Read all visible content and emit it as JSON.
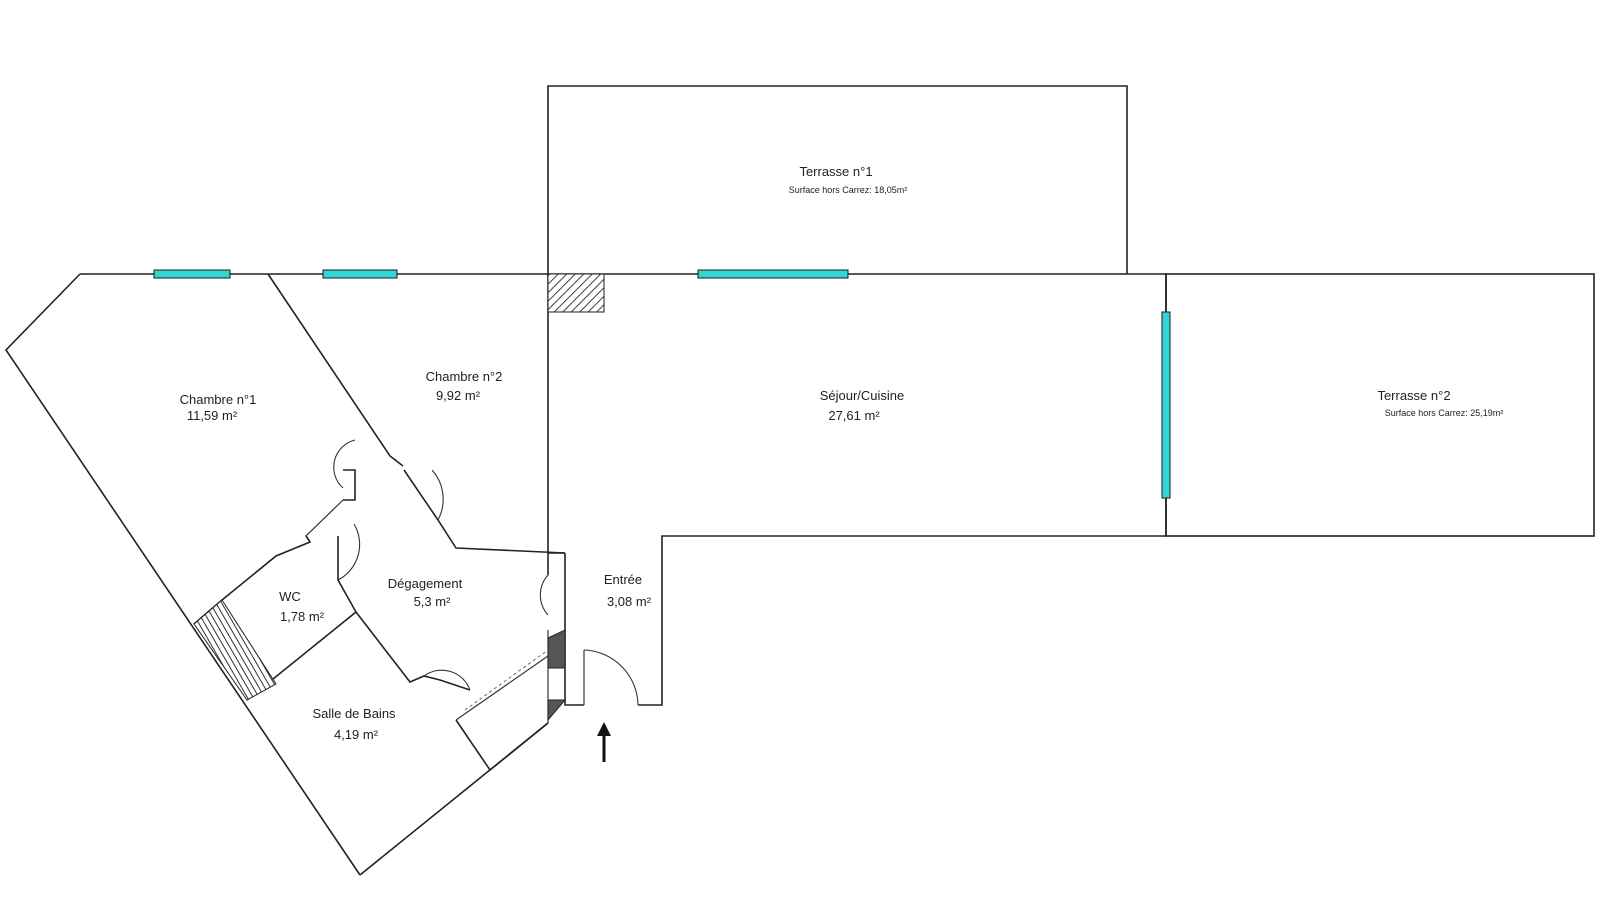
{
  "colors": {
    "wall": "#222222",
    "window": "#33d6d6",
    "hatch": "#444444",
    "background": "#ffffff"
  },
  "rooms": {
    "terrasse1": {
      "name": "Terrasse n°1",
      "note": "Surface hors Carrez: 18,05m²"
    },
    "terrasse2": {
      "name": "Terrasse n°2",
      "note": "Surface hors Carrez: 25,19m²"
    },
    "chambre1": {
      "name": "Chambre n°1",
      "area": "11,59  m²"
    },
    "chambre2": {
      "name": "Chambre n°2",
      "area": "9,92  m²"
    },
    "sejour": {
      "name": "Séjour/Cuisine",
      "area": "27,61  m²"
    },
    "degagement": {
      "name": "Dégagement",
      "area": "5,3  m²"
    },
    "wc": {
      "name": "WC",
      "area": "1,78  m²"
    },
    "entree": {
      "name": "Entrée",
      "area": "3,08  m²"
    },
    "sdb": {
      "name": "Salle de Bains",
      "area": "4,19  m²"
    }
  },
  "icons": {
    "entrance": "arrow-up-icon"
  }
}
